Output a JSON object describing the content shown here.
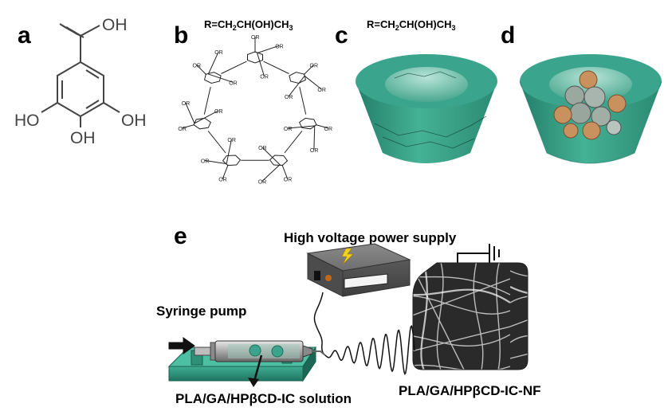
{
  "panels": {
    "a": {
      "letter": "a",
      "atoms": {
        "oh_top": "OH",
        "ho_left": "HO",
        "oh_right": "OH",
        "oh_bottom": "OH"
      }
    },
    "b": {
      "letter": "b",
      "r_prefix": "R=CH",
      "r_sub1": "2",
      "r_mid": "CH(OH)CH",
      "r_sub2": "3",
      "substituent": "OR"
    },
    "c": {
      "letter": "c",
      "r_prefix": "R=CH",
      "r_sub1": "2",
      "r_mid": "CH(OH)CH",
      "r_sub2": "3"
    },
    "d": {
      "letter": "d"
    },
    "e": {
      "letter": "e",
      "power_supply_label": "High voltage power supply",
      "syringe_pump_label": "Syringe pump",
      "solution_label": "PLA/GA/HPβCD-IC solution",
      "nanofiber_label": "PLA/GA/HPβCD-IC-NF"
    }
  },
  "colors": {
    "cone_teal": "#3aa58c",
    "cone_dark": "#1f7a66",
    "guest_orange": "#c8915e",
    "bolt_yellow": "#f2d21e"
  }
}
